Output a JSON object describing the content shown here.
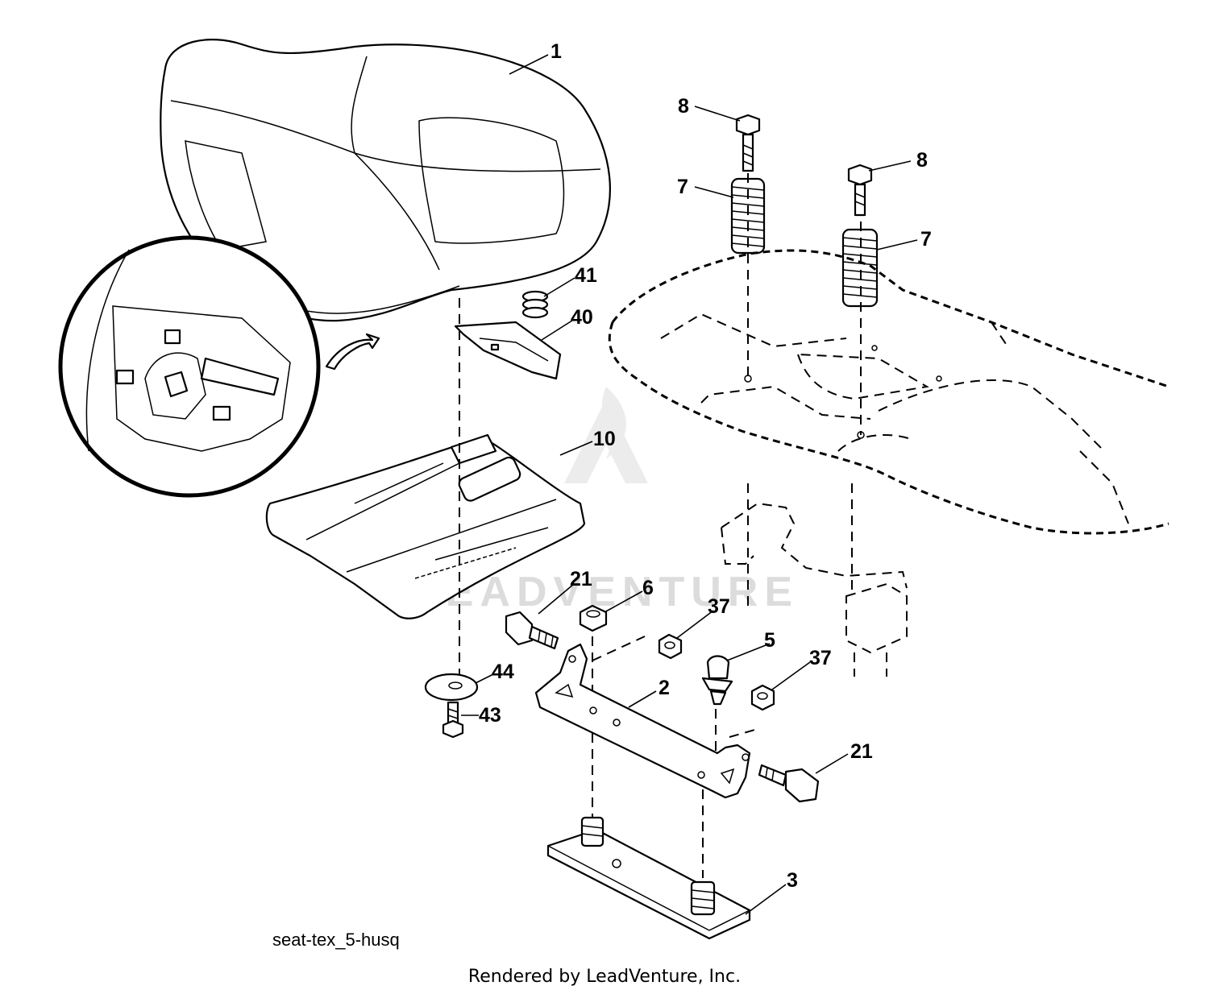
{
  "diagram": {
    "reference_code": "seat-tex_5-husq",
    "credit": "Rendered by LeadVenture, Inc.",
    "watermark": "LEADVENTURE",
    "callouts": [
      {
        "id": "seat",
        "number": "1"
      },
      {
        "id": "bolt-left",
        "number": "8"
      },
      {
        "id": "bolt-right",
        "number": "8"
      },
      {
        "id": "spring-left",
        "number": "7"
      },
      {
        "id": "spring-right",
        "number": "7"
      },
      {
        "id": "small-spring",
        "number": "41"
      },
      {
        "id": "seat-latch",
        "number": "40"
      },
      {
        "id": "seat-pan",
        "number": "10"
      },
      {
        "id": "shoulder-bolt-left",
        "number": "21"
      },
      {
        "id": "hex-nut",
        "number": "6"
      },
      {
        "id": "nut-upper",
        "number": "37"
      },
      {
        "id": "clip",
        "number": "5"
      },
      {
        "id": "nut-lower",
        "number": "37"
      },
      {
        "id": "washer",
        "number": "44"
      },
      {
        "id": "screw",
        "number": "43"
      },
      {
        "id": "pivot-bracket",
        "number": "2"
      },
      {
        "id": "shoulder-bolt-right",
        "number": "21"
      },
      {
        "id": "base-plate",
        "number": "3"
      }
    ],
    "colors": {
      "ink": "#000000",
      "paper": "#ffffff",
      "watermark": "#dcdcdc"
    }
  }
}
